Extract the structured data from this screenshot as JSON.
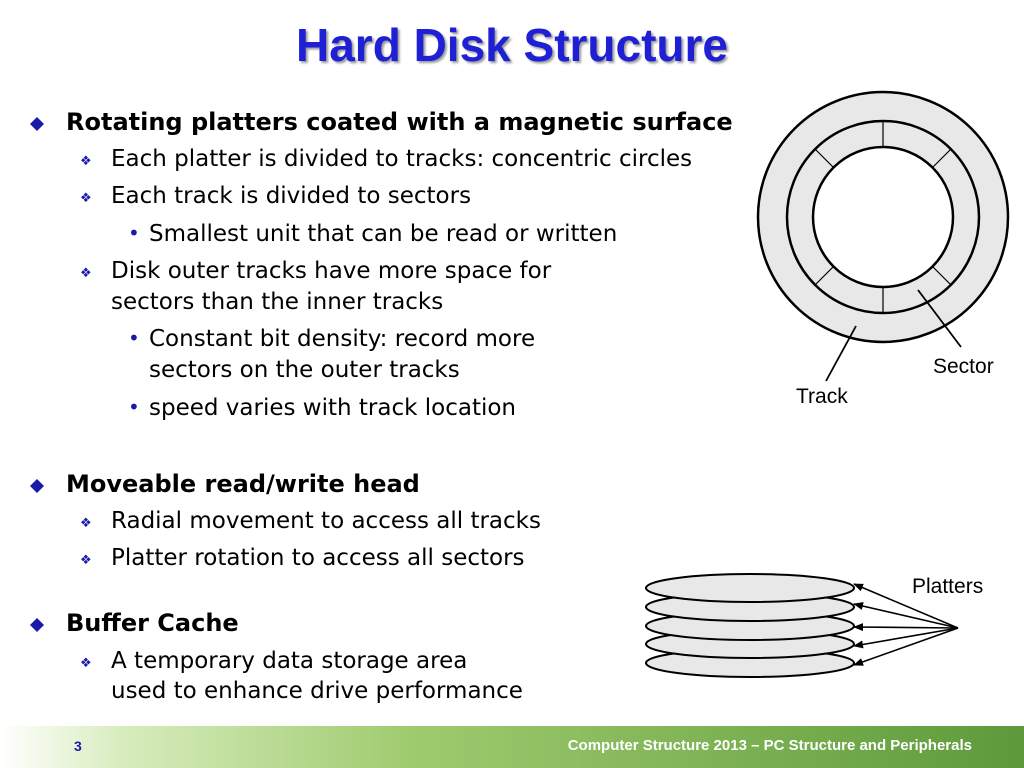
{
  "slide": {
    "title": "Hard Disk Structure",
    "bullets": {
      "b1": "Rotating platters coated with a magnetic surface",
      "b1_1": "Each platter is divided to tracks: concentric circles",
      "b1_2": "Each track is divided to sectors",
      "b1_2_1": "Smallest unit that can be read or written",
      "b1_3a": "Disk outer tracks have more space for",
      "b1_3b": "sectors than the inner tracks",
      "b1_3_1a": "Constant bit density: record more",
      "b1_3_1b": "sectors on the outer tracks",
      "b1_3_2": "speed varies with track location",
      "b2": "Moveable read/write head",
      "b2_1": "Radial movement to access all tracks",
      "b2_2": "Platter rotation to access all sectors",
      "b3": "Buffer Cache",
      "b3_1a": "A temporary data storage area",
      "b3_1b": "used to enhance drive performance"
    },
    "diagram": {
      "sector_label": "Sector",
      "track_label": "Track",
      "platters_label": "Platters"
    },
    "bullet_glyphs": {
      "level2": "❖",
      "level3": "•"
    },
    "colors": {
      "title": "#1f1fd6",
      "bullet": "#1a1aa8",
      "disk_fill": "#e8e8e8",
      "footer_accent": "#5d9a3b"
    }
  },
  "footer": {
    "page_number": "3",
    "course_text": "Computer Structure 2013 – PC Structure and Peripherals"
  }
}
